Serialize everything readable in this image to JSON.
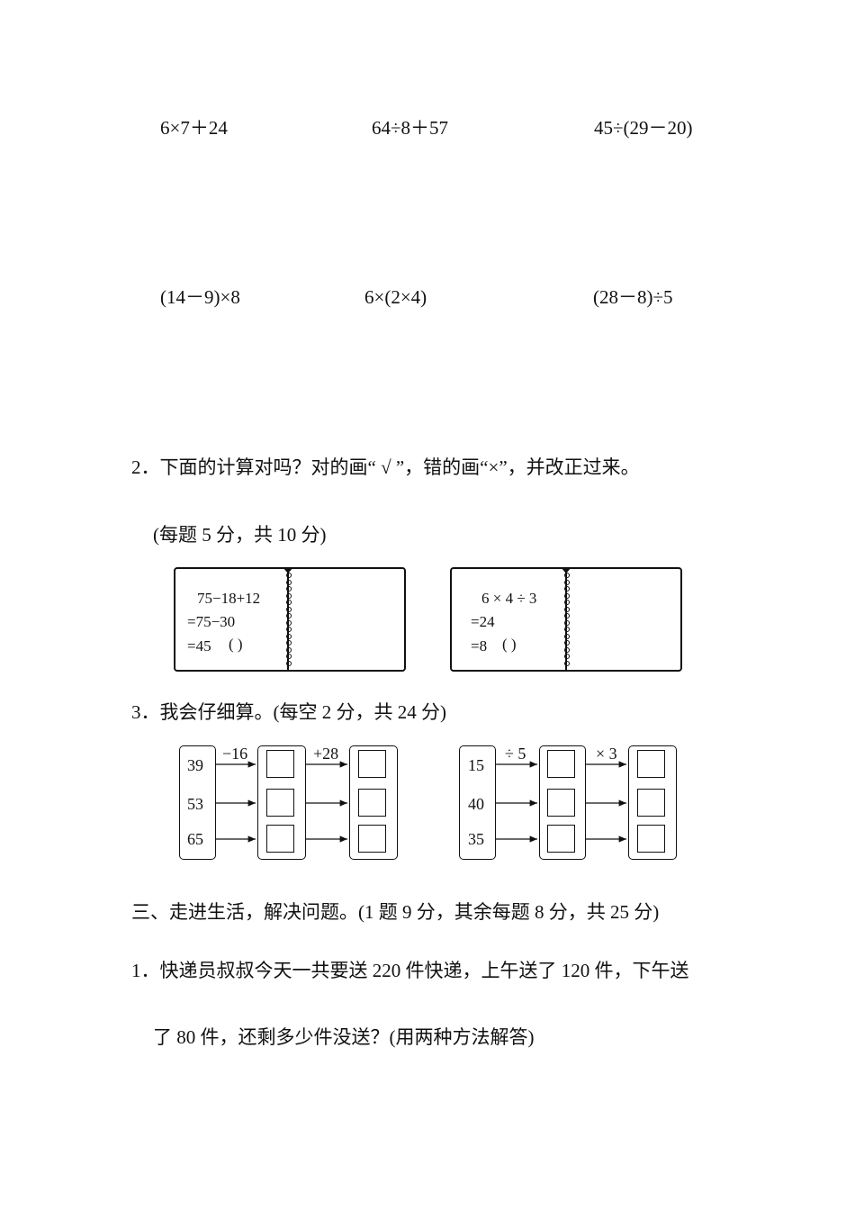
{
  "expressions": {
    "row1": [
      "6×7＋24",
      "64÷8＋57",
      "45÷(29－20)"
    ],
    "row2": [
      "(14－9)×8",
      "6×(2×4)",
      "(28－8)÷5"
    ]
  },
  "q2": {
    "title": "2．下面的计算对吗？对的画“ √ ”，错的画“×”，并改正过来。",
    "score": "(每题 5 分，共 10 分)",
    "notebooks": [
      {
        "lines": [
          "75−18+12",
          "=75−30",
          "=45",
          "(      )"
        ]
      },
      {
        "lines": [
          "6 × 4 ÷ 3",
          "=24",
          "=8",
          "(      )"
        ]
      }
    ]
  },
  "q3": {
    "title": "3．我会仔细算。(每空 2 分，共 24 分)",
    "diagrams": [
      {
        "inputs": [
          "39",
          "53",
          "65"
        ],
        "op1": "−16",
        "op2": "+28"
      },
      {
        "inputs": [
          "15",
          "40",
          "35"
        ],
        "op1": "÷ 5",
        "op2": "× 3"
      }
    ]
  },
  "section3": {
    "title": "三、走进生活，解决问题。(1 题 9 分，其余每题 8 分，共 25 分)",
    "q1_line1": "1．快递员叔叔今天一共要送 220 件快递，上午送了 120 件，下午送",
    "q1_line2": "了 80 件，还剩多少件没送？(用两种方法解答)"
  }
}
